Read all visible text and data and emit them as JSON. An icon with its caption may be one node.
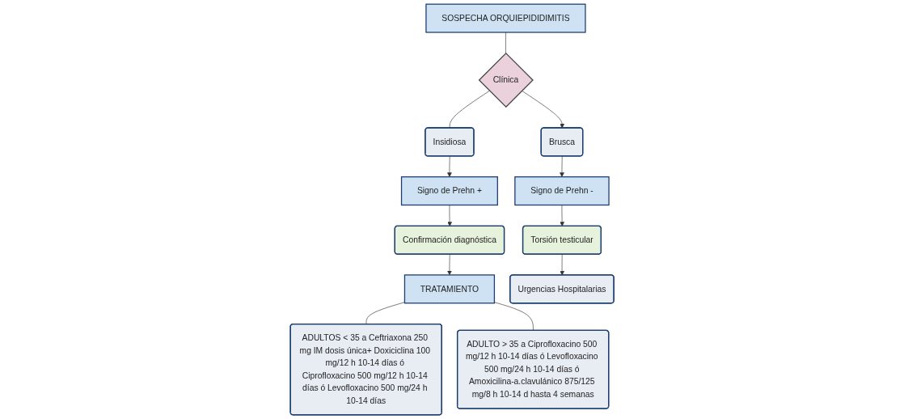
{
  "diagram": {
    "nodes": [
      {
        "text": [
          "SOSPECHA ORQUIEPIDIDIMITIS"
        ]
      },
      {
        "text": [
          "Clínica"
        ]
      },
      {
        "text": [
          "Brusca"
        ]
      },
      {
        "text": [
          "Insidiosa"
        ]
      },
      {
        "text": [
          "Signo de Prehn +"
        ]
      },
      {
        "text": [
          "Confirmación diagnóstica"
        ]
      },
      {
        "text": [
          "Signo de Prehn -"
        ]
      },
      {
        "text": [
          "TRATAMIENTO"
        ]
      },
      {
        "text": [
          "Torsión testicular"
        ]
      },
      {
        "text": [
          "Urgencias Hospitalarias"
        ]
      },
      {
        "text": [
          "ADULTOS < 35 a Ceftriaxona 250 mg IM dosis única+ Doxiciclina 100 mg/12 h 10-14 días ó Ciprofloxacino 500 mg/12 h 10-14 días ó Levofloxacino 500 mg/24 h 10-14 días"
        ]
      },
      {
        "text": [
          "ADULTO > 35 a Ciprofloxacino 500 mg/12 h 10-14 días ó Levofloxacino 500 mg/24 h 10-14 días ó Amoxicilina-a.clavulánico 875/125 mg/8 h 10-14 d hasta 4 semanas"
        ]
      }
    ],
    "edges": [
      {
        "from": 0,
        "to": 1,
        "arrow": "none"
      },
      {
        "from": 1,
        "to": 2,
        "arrow": "to"
      },
      {
        "from": 1,
        "to": 3,
        "arrow": "none"
      },
      {
        "from": 3,
        "to": 4,
        "arrow": "to"
      },
      {
        "from": 4,
        "to": 5,
        "arrow": "to"
      },
      {
        "from": 5,
        "to": 7,
        "arrow": "to"
      },
      {
        "from": 2,
        "to": 6,
        "arrow": "to"
      },
      {
        "from": 6,
        "to": 8,
        "arrow": "to"
      },
      {
        "from": 8,
        "to": 9,
        "arrow": "to"
      },
      {
        "from": 7,
        "to": 10,
        "arrow": "none"
      },
      {
        "from": 7,
        "to": 11,
        "arrow": "none"
      }
    ]
  }
}
